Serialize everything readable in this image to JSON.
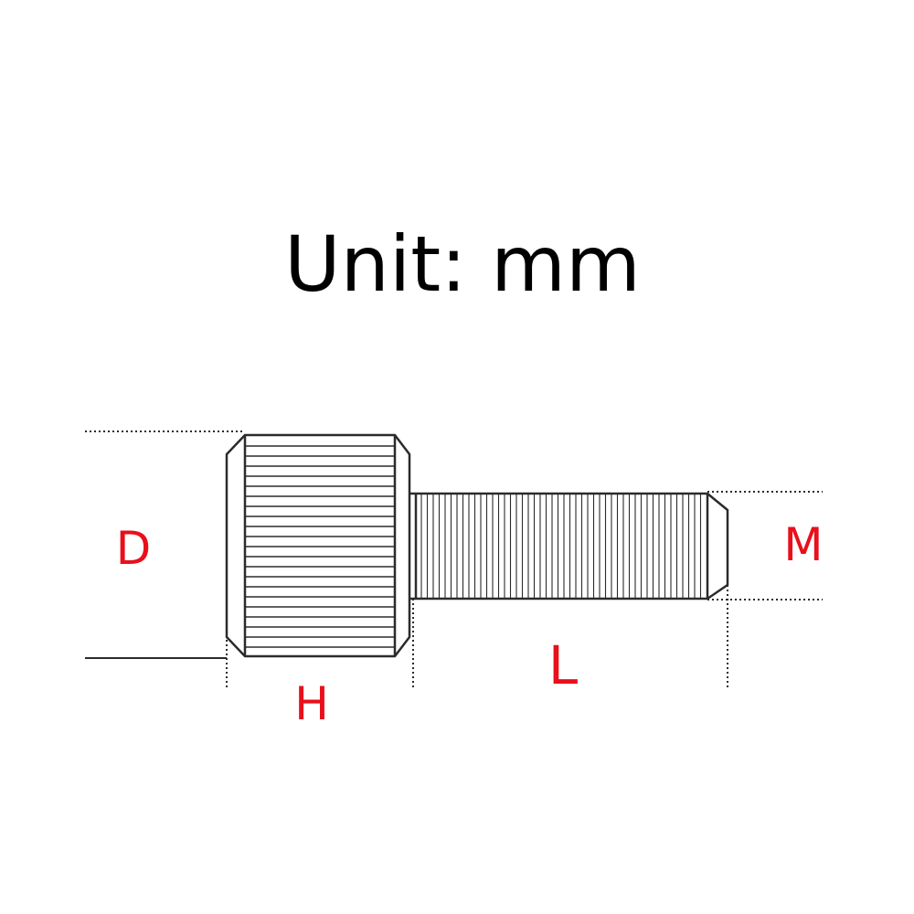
{
  "title": "Unit: mm",
  "labels": {
    "D": "D",
    "H": "H",
    "L": "L",
    "M": "M"
  },
  "colors": {
    "line": "#2b2b2b",
    "label": "#e8101a",
    "background": "#ffffff"
  }
}
